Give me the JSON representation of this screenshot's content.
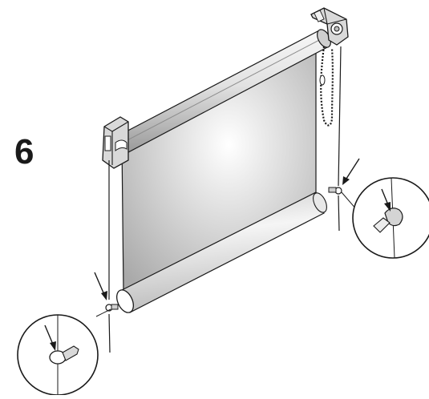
{
  "step": {
    "number": "6"
  },
  "colors": {
    "line": "#1a1a1a",
    "fabric_center": "#ffffff",
    "fabric_edge": "#a9a9a9",
    "tube_light": "#f4f4f4",
    "tube_dark": "#9a9a9a",
    "bracket": "#d9d9d9"
  },
  "icons": [
    "bracket-left",
    "bracket-right",
    "roller-tube",
    "fabric-panel",
    "bottom-rail",
    "bead-chain",
    "tension-cord",
    "cord-anchor",
    "pointer-arrow",
    "detail-magnifier"
  ]
}
